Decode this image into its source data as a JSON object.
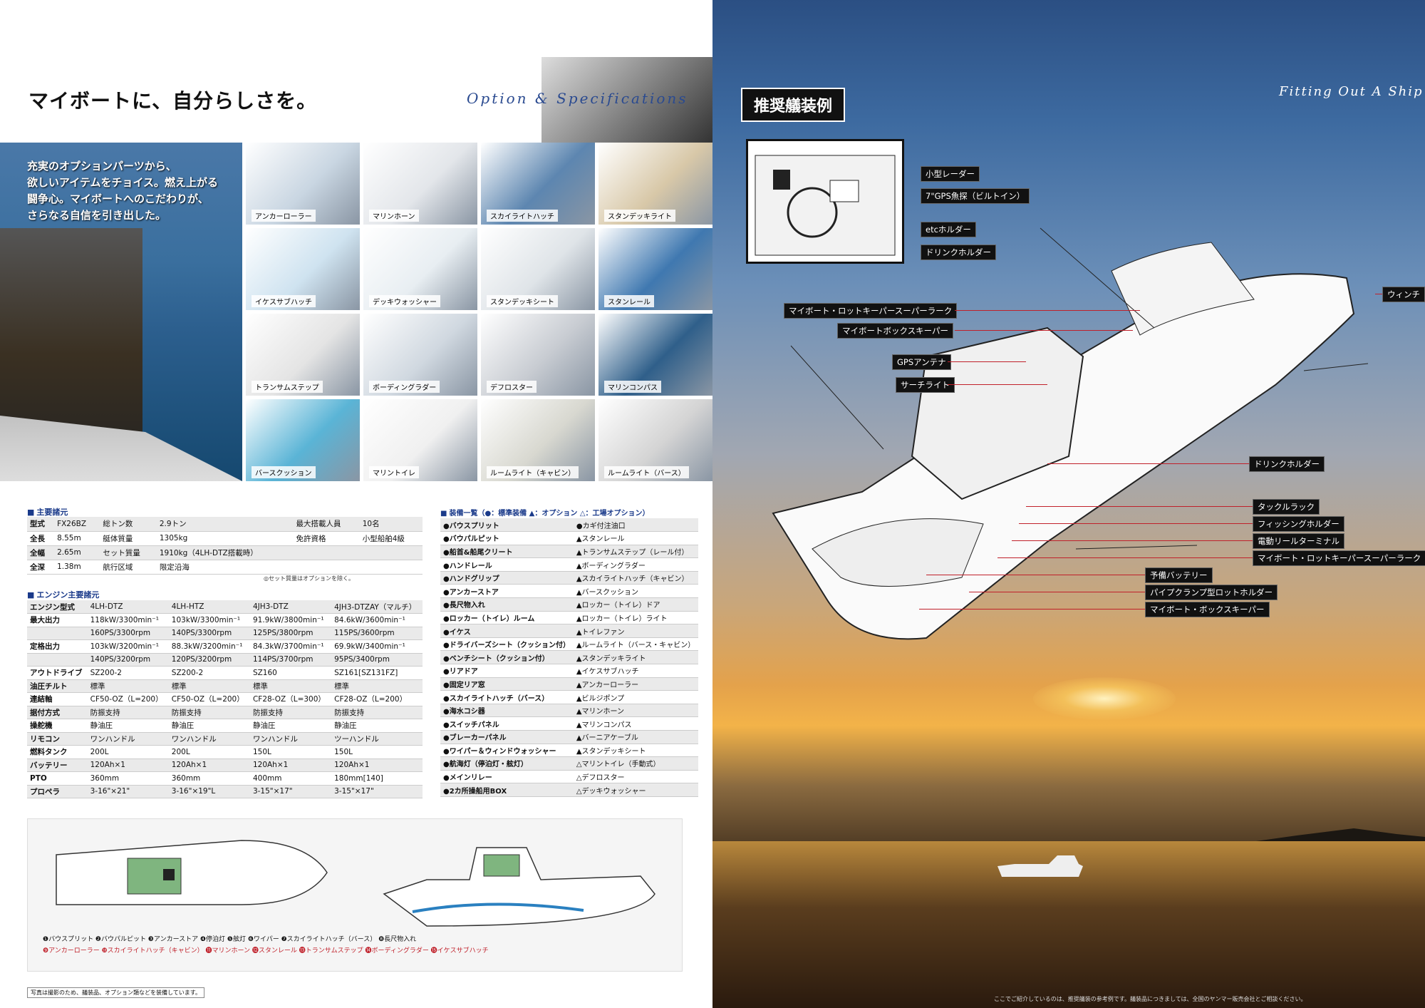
{
  "left": {
    "headline": "マイボートに、自分らしさを。",
    "section_title": "Option & Specifications",
    "intro": "充実のオプションパーツから、\n欲しいアイテムをチョイス。燃え上がる\n闘争心。マイボートへのこだわりが、\nさらなる自信を引き出した。",
    "option_tiles": [
      "アンカーローラー",
      "マリンホーン",
      "スカイライトハッチ",
      "スタンデッキライト",
      "イケスサブハッチ",
      "デッキウォッシャー",
      "スタンデッキシート",
      "スタンレール",
      "トランサムステップ",
      "ボーディングラダー",
      "デフロスター",
      "マリンコンパス",
      "バースクッション",
      "マリントイレ",
      "ルームライト（キャビン）",
      "ルームライト（バース）"
    ],
    "main_specs_title": "主要諸元",
    "main_specs": [
      [
        "型式",
        "FX26BZ",
        "総トン数",
        "2.9トン",
        "最大搭載人員",
        "10名"
      ],
      [
        "全長",
        "8.55m",
        "艇体質量",
        "1305kg",
        "免許資格",
        "小型船舶4級"
      ],
      [
        "全幅",
        "2.65m",
        "セット質量",
        "1910kg（4LH-DTZ搭載時）",
        "",
        ""
      ],
      [
        "全深",
        "1.38m",
        "航行区域",
        "限定沿海",
        "",
        ""
      ]
    ],
    "spec_note": "◎セット質量はオプションを除く。",
    "engine_specs_title": "エンジン主要諸元",
    "engine_specs": [
      [
        "エンジン型式",
        "4LH-DTZ",
        "4LH-HTZ",
        "4JH3-DTZ",
        "4JH3-DTZAY（マルチ）"
      ],
      [
        "最大出力",
        "118kW/3300min⁻¹",
        "103kW/3300min⁻¹",
        "91.9kW/3800min⁻¹",
        "84.6kW/3600min⁻¹"
      ],
      [
        "",
        "160PS/3300rpm",
        "140PS/3300rpm",
        "125PS/3800rpm",
        "115PS/3600rpm"
      ],
      [
        "定格出力",
        "103kW/3200min⁻¹",
        "88.3kW/3200min⁻¹",
        "84.3kW/3700min⁻¹",
        "69.9kW/3400min⁻¹"
      ],
      [
        "",
        "140PS/3200rpm",
        "120PS/3200rpm",
        "114PS/3700rpm",
        "95PS/3400rpm"
      ],
      [
        "アウトドライブ",
        "SZ200-2",
        "SZ200-2",
        "SZ160",
        "SZ161[SZ131FZ]"
      ],
      [
        "油圧チルト",
        "標準",
        "標準",
        "標準",
        "標準"
      ],
      [
        "連結軸",
        "CF50-OZ（L=200）",
        "CF50-OZ（L=200）",
        "CF28-OZ（L=300）",
        "CF28-OZ（L=200）"
      ],
      [
        "据付方式",
        "防振支持",
        "防振支持",
        "防振支持",
        "防振支持"
      ],
      [
        "操舵機",
        "静油圧",
        "静油圧",
        "静油圧",
        "静油圧"
      ],
      [
        "リモコン",
        "ワンハンドル",
        "ワンハンドル",
        "ワンハンドル",
        "ツーハンドル"
      ],
      [
        "燃料タンク",
        "200L",
        "200L",
        "150L",
        "150L"
      ],
      [
        "バッテリー",
        "120Ah×1",
        "120Ah×1",
        "120Ah×1",
        "120Ah×1"
      ],
      [
        "PTO",
        "360mm",
        "360mm",
        "400mm",
        "180mm[140]"
      ],
      [
        "プロペラ",
        "3-16\"×21\"",
        "3-16\"×19\"L",
        "3-15\"×17\"",
        "3-15\"×17\""
      ]
    ],
    "equip_title": "装備一覧（●：標準装備 ▲：オプション △：工場オプション）",
    "equipment": [
      [
        "●バウスプリット",
        "●カギ付注油口"
      ],
      [
        "●バウパルピット",
        "▲スタンレール"
      ],
      [
        "●船首&船尾クリート",
        "▲トランサムステップ（レール付）"
      ],
      [
        "●ハンドレール",
        "▲ボーディングラダー"
      ],
      [
        "●ハンドグリップ",
        "▲スカイライトハッチ（キャビン）"
      ],
      [
        "●アンカーストア",
        "▲バースクッション"
      ],
      [
        "●長尺物入れ",
        "▲ロッカー（トイレ）ドア"
      ],
      [
        "●ロッカー（トイレ）ルーム",
        "▲ロッカー（トイレ）ライト"
      ],
      [
        "●イケス",
        "▲トイレファン"
      ],
      [
        "●ドライバーズシート（クッション付）",
        "▲ルームライト（バース・キャビン）"
      ],
      [
        "●ベンチシート（クッション付）",
        "▲スタンデッキライト"
      ],
      [
        "●リアドア",
        "▲イケスサブハッチ"
      ],
      [
        "●固定リア窓",
        "▲アンカーローラー"
      ],
      [
        "●スカイライトハッチ（バース）",
        "▲ビルジポンプ"
      ],
      [
        "●海水コシ器",
        "▲マリンホーン"
      ],
      [
        "●スイッチパネル",
        "▲マリンコンパス"
      ],
      [
        "●ブレーカーパネル",
        "▲バーニアケーブル"
      ],
      [
        "●ワイパー＆ウィンドウォッシャー",
        "▲スタンデッキシート"
      ],
      [
        "●航海灯（停泊灯・舷灯）",
        "△マリントイレ（手動式）"
      ],
      [
        "●メインリレー",
        "△デフロスター"
      ],
      [
        "●2カ所操船用BOX",
        "△デッキウォッシャー"
      ]
    ],
    "legend_line1": "❶バウスプリット ❷バウパルピット ❸アンカーストア ❹停泊灯 ❺舷灯 ❻ワイパー ❼スカイライトハッチ（バース） ❽長尺物入れ",
    "legend_line2": "❾アンカーローラー ❿スカイライトハッチ（キャビン） ⓫マリンホーン ⓬スタンレール ⓭トランサムステップ ⓮ボーディングラダー ⓯イケスサブハッチ",
    "photo_caption": "写真は撮影のため、艤装品、オプション類などを装備しています。"
  },
  "right": {
    "badge": "推奨艤装例",
    "title": "Fitting Out A Ship",
    "inset_labels": [
      "小型レーダー",
      "7\"GPS魚探（ビルトイン）",
      "etcホルダー",
      "ドリンクホルダー"
    ],
    "labels": [
      "ウィンチ",
      "マイボート・ロットキーパースーパーラーク",
      "マイボートボックスキーパー",
      "GPSアンテナ",
      "サーチライト",
      "ドリンクホルダー",
      "タックルラック",
      "フィッシングホルダー",
      "電動リールターミナル",
      "マイボート・ロットキーパースーパーラーク",
      "予備バッテリー",
      "パイプクランプ型ロットホルダー",
      "マイボート・ボックスキーパー"
    ],
    "footnote": "ここでご紹介しているのは、推奨艤装の参考例です。艤装品につきましては、全国のヤンマー販売会社とご相談ください。"
  }
}
